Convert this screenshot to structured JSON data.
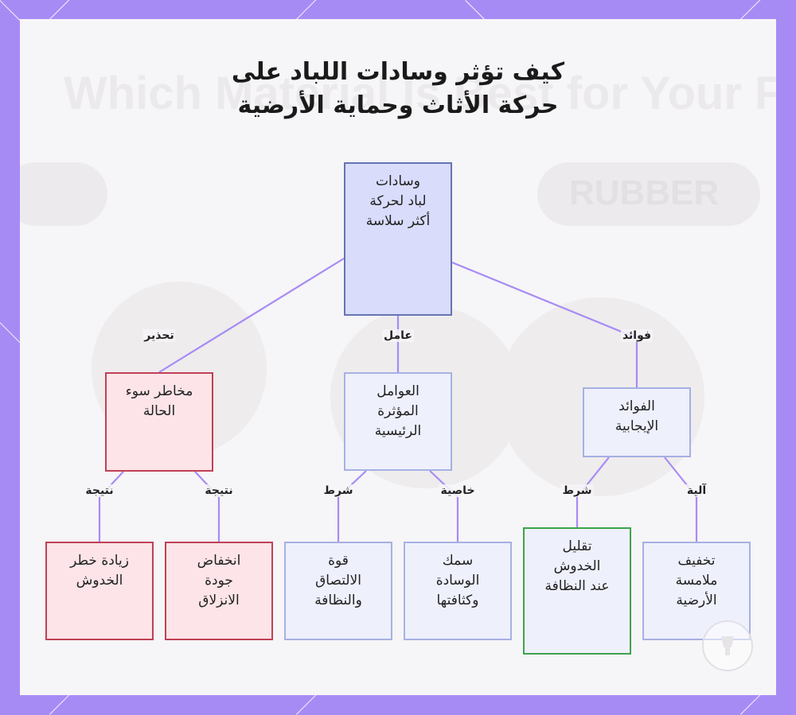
{
  "title_line1": "كيف تؤثر وسادات اللباد على",
  "title_line2": "حركة الأثاث وحماية الأرضية",
  "background_text": {
    "heading": "Which Material Is Best for Your Floor?",
    "pill": "RUBBER"
  },
  "colors": {
    "frame": "#a78bf5",
    "edge": "#a78bf5",
    "root_fill": "#d9dcfb",
    "warning_border": "#c04055",
    "highlight_border": "#3fa34b"
  },
  "nodes": {
    "root": "وسادات\nلباد لحركة\nأكثر سلاسة",
    "risks": "مخاطر سوء\nالحالة",
    "factors": "العوامل\nالمؤثرة\nالرئيسية",
    "benefits": "الفوائد\nالإيجابية",
    "scratch_risk": "زيادة خطر\nالخدوش",
    "glide_drop": "انخفاض\nجودة\nالانزلاق",
    "adhesion": "قوة\nالالتصاق\nوالنظافة",
    "thickness": "سمك\nالوسادة\nوكثافتها",
    "reduce_scratches": "تقليل\nالخدوش\nعند النظافة",
    "reduce_contact": "تخفيف\nملامسة\nالأرضية"
  },
  "edge_labels": {
    "warning": "تحذير",
    "factor": "عامل",
    "benefits": "فوائد",
    "result_a": "نتيجة",
    "result_b": "نتيجة",
    "condition_a": "شرط",
    "property": "خاصية",
    "condition_b": "شرط",
    "mechanism": "آلية"
  }
}
